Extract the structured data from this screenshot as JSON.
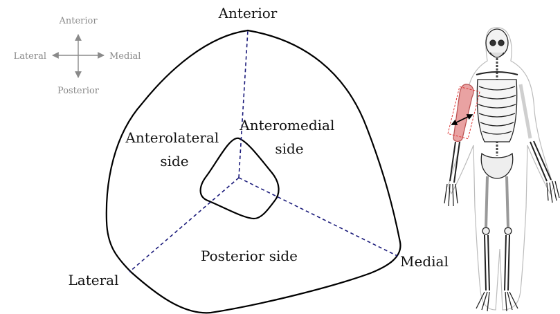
{
  "compass": {
    "anterior": "Anterior",
    "posterior": "Posterior",
    "lateral": "Lateral",
    "medial": "Medial"
  },
  "borders": {
    "anterior": "Anterior",
    "lateral": "Lateral",
    "medial": "Medial"
  },
  "sides": {
    "anterolateral_line1": "Anterolateral",
    "anterolateral_line2": "side",
    "anteromedial_line1": "Anteromedial",
    "anteromedial_line2": "side",
    "posterior": "Posterior side"
  },
  "colors": {
    "outline": "#000000",
    "dashed_lines": "#1a1a7a",
    "compass": "#8a8a8a",
    "highlight_bone": "#e9a2a2"
  }
}
